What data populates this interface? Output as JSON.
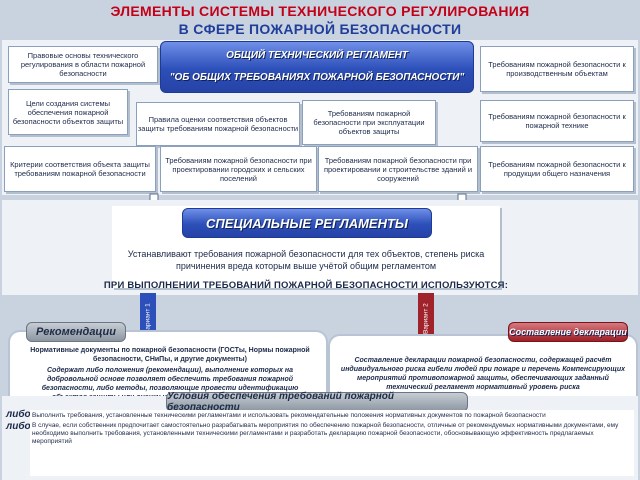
{
  "title_line1": "ЭЛЕМЕНТЫ СИСТЕМЫ ТЕХНИЧЕСКОГО РЕГУЛИРОВАНИЯ",
  "title_line2": "В СФЕРЕ ПОЖАРНОЙ БЕЗОПАСНОСТИ",
  "general": {
    "pill_line1": "ОБЩИЙ ТЕХНИЧЕСКИЙ РЕГЛАМЕНТ",
    "pill_line2": "\"ОБ ОБЩИХ ТРЕБОВАНИЯХ ПОЖАРНОЙ БЕЗОПАСНОСТИ\"",
    "left_boxes": [
      "Правовые основы технического регулирования в области пожарной безопасности",
      "Цели создания системы обеспечения пожарной безопасности объектов защиты",
      "Критерии соответствия объекта защиты требованиям пожарной безопасности"
    ],
    "middle_box": "Правила оценки соответствия объектов защиты требованиям пожарной безопасности",
    "exploitation_box": "Требованиям пожарной безопасности при эксплуатации объектов защиты",
    "right_boxes": [
      "Требованиям пожарной безопасности к производственным объектам",
      "Требованиям пожарной безопасности к пожарной технике",
      "Требованиям пожарной безопасности к продукции общего назначения"
    ],
    "design_boxes": [
      "Требованиям пожарной безопасности при проектировании городских и сельских поселений",
      "Требованиям пожарной безопасности при проектировании и строительстве зданий и сооружений"
    ]
  },
  "special": {
    "pill": "СПЕЦИАЛЬНЫЕ РЕГЛАМЕНТЫ",
    "text": "Устанавливают требования пожарной безопасности для тех объектов, степень риска причинения вреда которым выше учётой общим регламентом"
  },
  "usage_heading": "ПРИ ВЫПОЛНЕНИИ ТРЕБОВАНИЙ ПОЖАРНОЙ БЕЗОПАСНОСТИ ИСПОЛЬЗУЮТСЯ:",
  "variant1": "Вариант 1",
  "variant2": "Вариант 2",
  "recommendations": {
    "pill": "Рекомендации",
    "heading": "Нормативные документы по пожарной безопасности (ГОСТы, Нормы пожарной безопасности, СНиПы, и другие документы)",
    "text": "Содержат либо положения (рекомендации), выполнение которых на добровольной основе позволяет обеспечить требования пожарной безопасности, либо методы, позволяющие провести идентификацию объектов защиты или оценку их соответствия установленным требованиям пожарной безопасности"
  },
  "declaration": {
    "pill": "Составление декларации",
    "text": "Составление декларации пожарной безопасности, содержащей расчёт индивидуального риска гибели людей при пожаре и перечень Компенсирующих мероприятий противопожарной защиты, обеспечивающих заданный технический регламент нормативный уровень риска"
  },
  "conditions": {
    "pill": "Условия обеспечения требований пожарной безопасности",
    "either1": "либо",
    "either2": "либо",
    "line1": "Выполнить требования, установленные техническими регламентами и использовать рекомендательные положения нормативных документов по пожарной безопасности",
    "line2": "В случае, если собственник предпочитает самостоятельно разрабатывать мероприятия по обеспечению пожарной безопасности, отличные от рекомендуемых нормативными документами, ему необходимо выполнить требования, установленными техническими регламентами и разработать декларацию пожарной безопасности, обосновывающую эффективность предлагаемых мероприятий"
  }
}
